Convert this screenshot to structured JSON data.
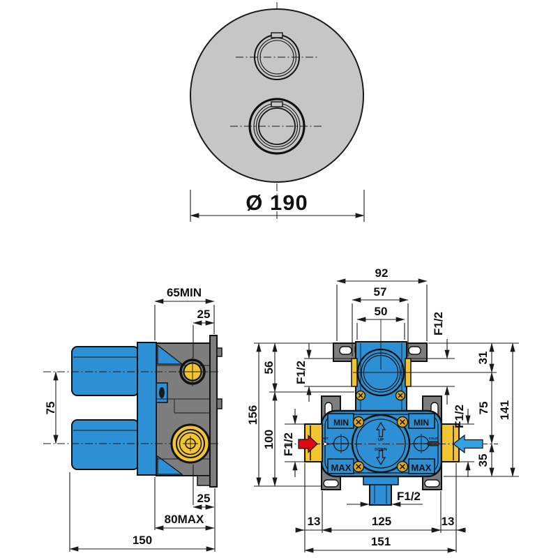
{
  "drawing": {
    "colors": {
      "line": "#1a1a1a",
      "faceplate_gray": "#C6C6C6",
      "body_blue": "#2E90D4",
      "housing_gray": "#7D7D7D",
      "brass_yellow": "#F1C531",
      "screw_gold": "#D9A827",
      "hot_red": "#E30613",
      "cold_blue": "#31A2E2"
    },
    "top_view": {
      "diameter_label": "Ø 190"
    },
    "side_view": {
      "dims": {
        "depth_min": "65MIN",
        "port_offset_top": "25",
        "handle_spacing": "75",
        "port_offset_bottom": "25",
        "depth_max": "80MAX",
        "overall_depth": "150"
      }
    },
    "front_view": {
      "dims": {
        "bracket_width": "92",
        "slot_width": "57",
        "port_width": "50",
        "thread_top_left": "F1/2",
        "thread_top_right": "F1/2",
        "upper_height": "56",
        "lower_height": "100",
        "overall_height_left": "156",
        "top_to_port": "31",
        "port_spacing": "75",
        "overall_height_right": "141",
        "port_to_bottom": "35",
        "thread_hot": "F1/2",
        "thread_cold": "F1/2",
        "thread_bottom": "F1/2",
        "margin_left": "13",
        "bracket_span": "125",
        "margin_right": "13",
        "overall_width": "151"
      },
      "labels": {
        "min_left": "MIN",
        "min_right": "MIN",
        "max_left": "MAX",
        "max_right": "MAX",
        "up": "UP",
        "down": "DOWN",
        "hot": "HOT",
        "cold": "COLD"
      }
    }
  }
}
